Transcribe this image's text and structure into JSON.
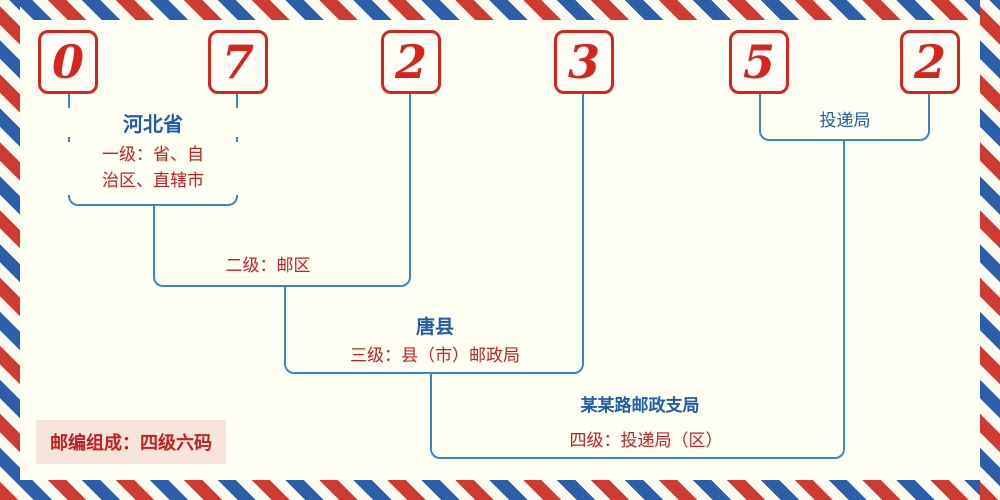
{
  "digits": [
    "0",
    "7",
    "2",
    "3",
    "5",
    "2"
  ],
  "level1": {
    "region": "河北省",
    "label_line1": "一级：省、自",
    "label_line2": "治区、直辖市"
  },
  "level2": {
    "label": "二级：邮区"
  },
  "level3": {
    "region": "唐县",
    "label": "三级：县（市）邮政局"
  },
  "level4": {
    "office": "某某路邮政支局",
    "label": "四级：投递局（区）"
  },
  "delivery_office": {
    "label": "投递局"
  },
  "footer": {
    "composition": "邮编组成：四级六码"
  },
  "colors": {
    "digit_red": "#d6251c",
    "line_blue": "#3a87c8",
    "text_blue": "#1f5ca9",
    "text_red": "#c2211f",
    "background": "#fffef2",
    "border_stripe_red": "#cf3a33",
    "border_stripe_blue": "#2d5fa8",
    "badge_background": "#f7e5dc"
  }
}
